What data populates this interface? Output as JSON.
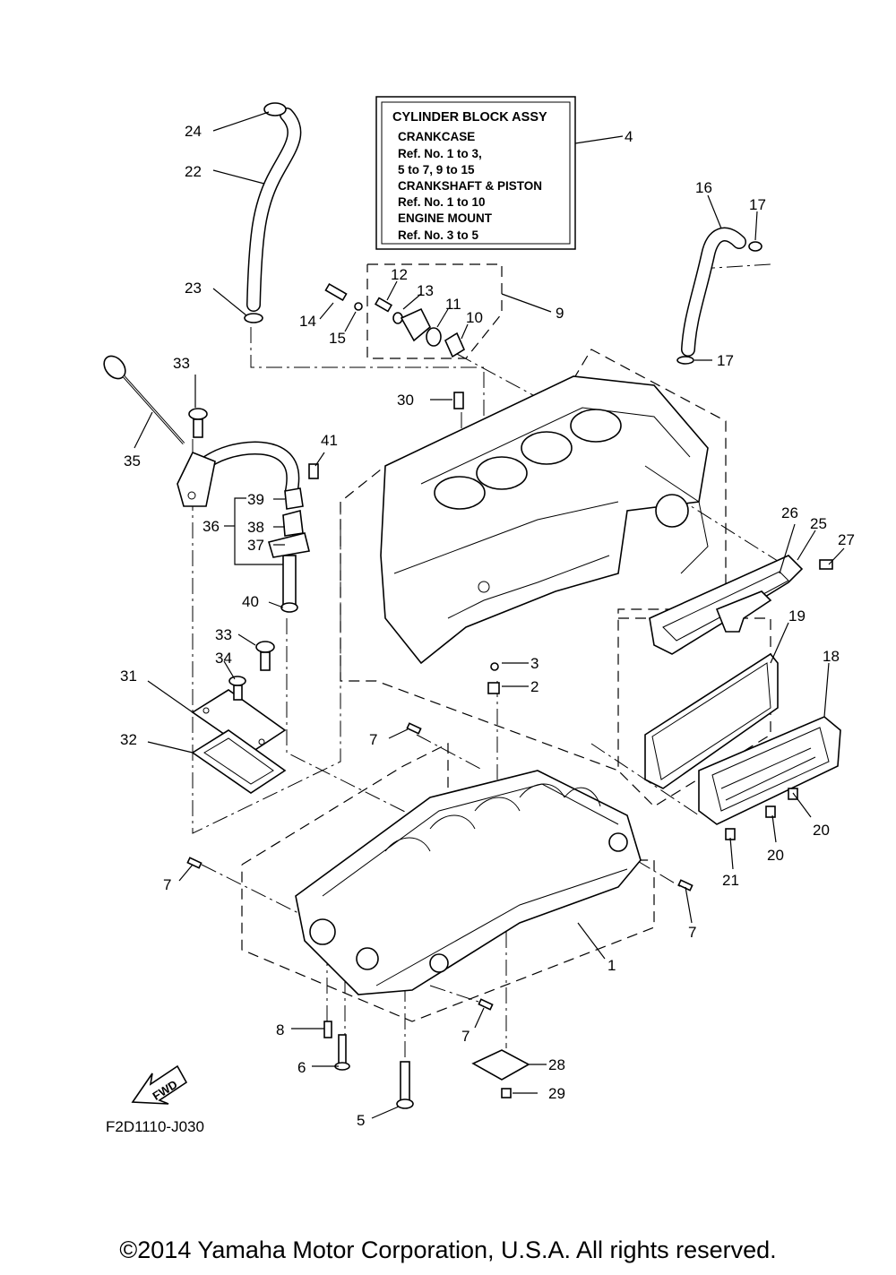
{
  "info_box": {
    "title": "CYLINDER BLOCK ASSY",
    "lines": [
      "CRANKCASE",
      "Ref. No. 1 to 3,",
      "5 to 7, 9 to 15",
      "CRANKSHAFT & PISTON",
      "Ref. No. 1 to 10",
      "ENGINE MOUNT",
      "Ref. No. 3 to 5"
    ]
  },
  "callouts": {
    "n1": "1",
    "n2": "2",
    "n3": "3",
    "n4": "4",
    "n5": "5",
    "n6": "6",
    "n7a": "7",
    "n7b": "7",
    "n7c": "7",
    "n7d": "7",
    "n8": "8",
    "n9": "9",
    "n10": "10",
    "n11": "11",
    "n12": "12",
    "n13": "13",
    "n14": "14",
    "n15": "15",
    "n16": "16",
    "n17a": "17",
    "n17b": "17",
    "n18": "18",
    "n19": "19",
    "n20a": "20",
    "n20b": "20",
    "n21": "21",
    "n22": "22",
    "n23": "23",
    "n24": "24",
    "n25": "25",
    "n26": "26",
    "n27": "27",
    "n28": "28",
    "n29": "29",
    "n30": "30",
    "n31": "31",
    "n32": "32",
    "n33a": "33",
    "n33b": "33",
    "n34": "34",
    "n35": "35",
    "n36": "36",
    "n37": "37",
    "n38": "38",
    "n39": "39",
    "n40": "40",
    "n41": "41"
  },
  "fwd_label": "FWD",
  "diagram_code": "F2D1110-J030",
  "copyright": "©2014 Yamaha Motor Corporation, U.S.A. All rights reserved."
}
